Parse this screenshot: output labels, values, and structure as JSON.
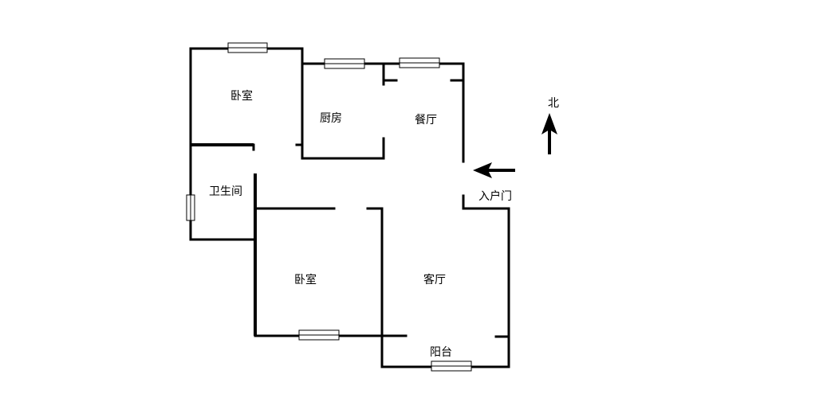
{
  "rooms": {
    "bedroom_north": "卧室",
    "kitchen": "厨房",
    "dining": "餐厅",
    "bathroom": "卫生间",
    "bedroom_south": "卧室",
    "living": "客厅",
    "balcony": "阳台"
  },
  "entrance": {
    "label": "入户门"
  },
  "compass": {
    "label": "北"
  },
  "colors": {
    "line": "#000000",
    "background": "#ffffff"
  }
}
